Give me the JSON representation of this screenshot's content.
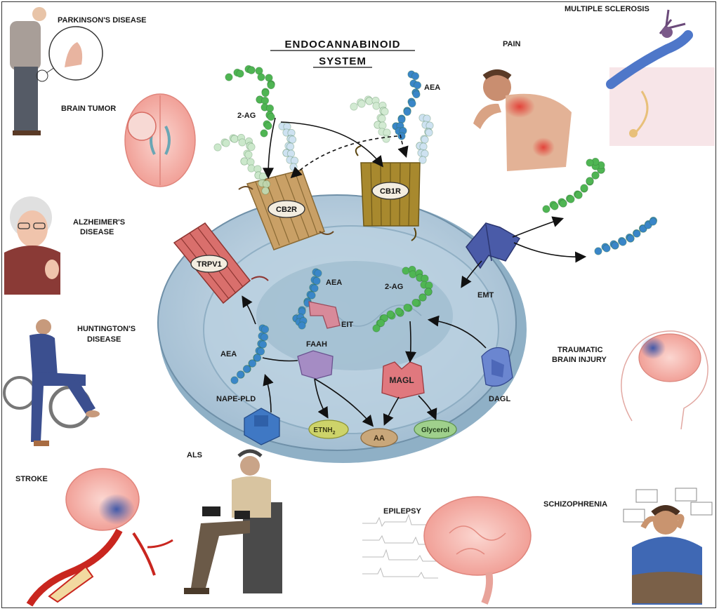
{
  "title": {
    "line1": "ENDOCANNABINOID",
    "line2": "SYSTEM"
  },
  "conditions": {
    "parkinsons": "PARKINSON'S DISEASE",
    "brain_tumor": "BRAIN TUMOR",
    "alzheimers_1": "ALZHEIMER'S",
    "alzheimers_2": "DISEASE",
    "huntingtons_1": "HUNTINGTON'S",
    "huntingtons_2": "DISEASE",
    "stroke": "STROKE",
    "als": "ALS",
    "pain": "PAIN",
    "ms": "MULTIPLE SCLEROSIS",
    "tbi_1": "TRAUMATIC",
    "tbi_2": "BRAIN INJURY",
    "epilepsy": "EPILEPSY",
    "schizophrenia": "SCHIZOPHRENIA"
  },
  "receptors": {
    "cb1r": "CB1R",
    "cb2r": "CB2R",
    "trpv1": "TRPV1"
  },
  "molecules": {
    "two_ag_top": "2-AG",
    "aea_top": "AEA",
    "aea_nucleus": "AEA",
    "two_ag_cell": "2-AG",
    "aea_left": "AEA"
  },
  "enzymes": {
    "eit": "EIT",
    "emt": "EMT",
    "faah": "FAAH",
    "magl": "MAGL",
    "dagl": "DAGL",
    "nape_pld": "NAPE-PLD"
  },
  "products": {
    "etnh_main": "ETNH",
    "etnh_sub": "2",
    "aa": "AA",
    "glycerol": "Glycerol"
  },
  "colors": {
    "green_molecule": "#4fb553",
    "blue_molecule": "#3a86c8",
    "cell": "#c4d7e5",
    "receptor_cb": "#c9a066"
  }
}
